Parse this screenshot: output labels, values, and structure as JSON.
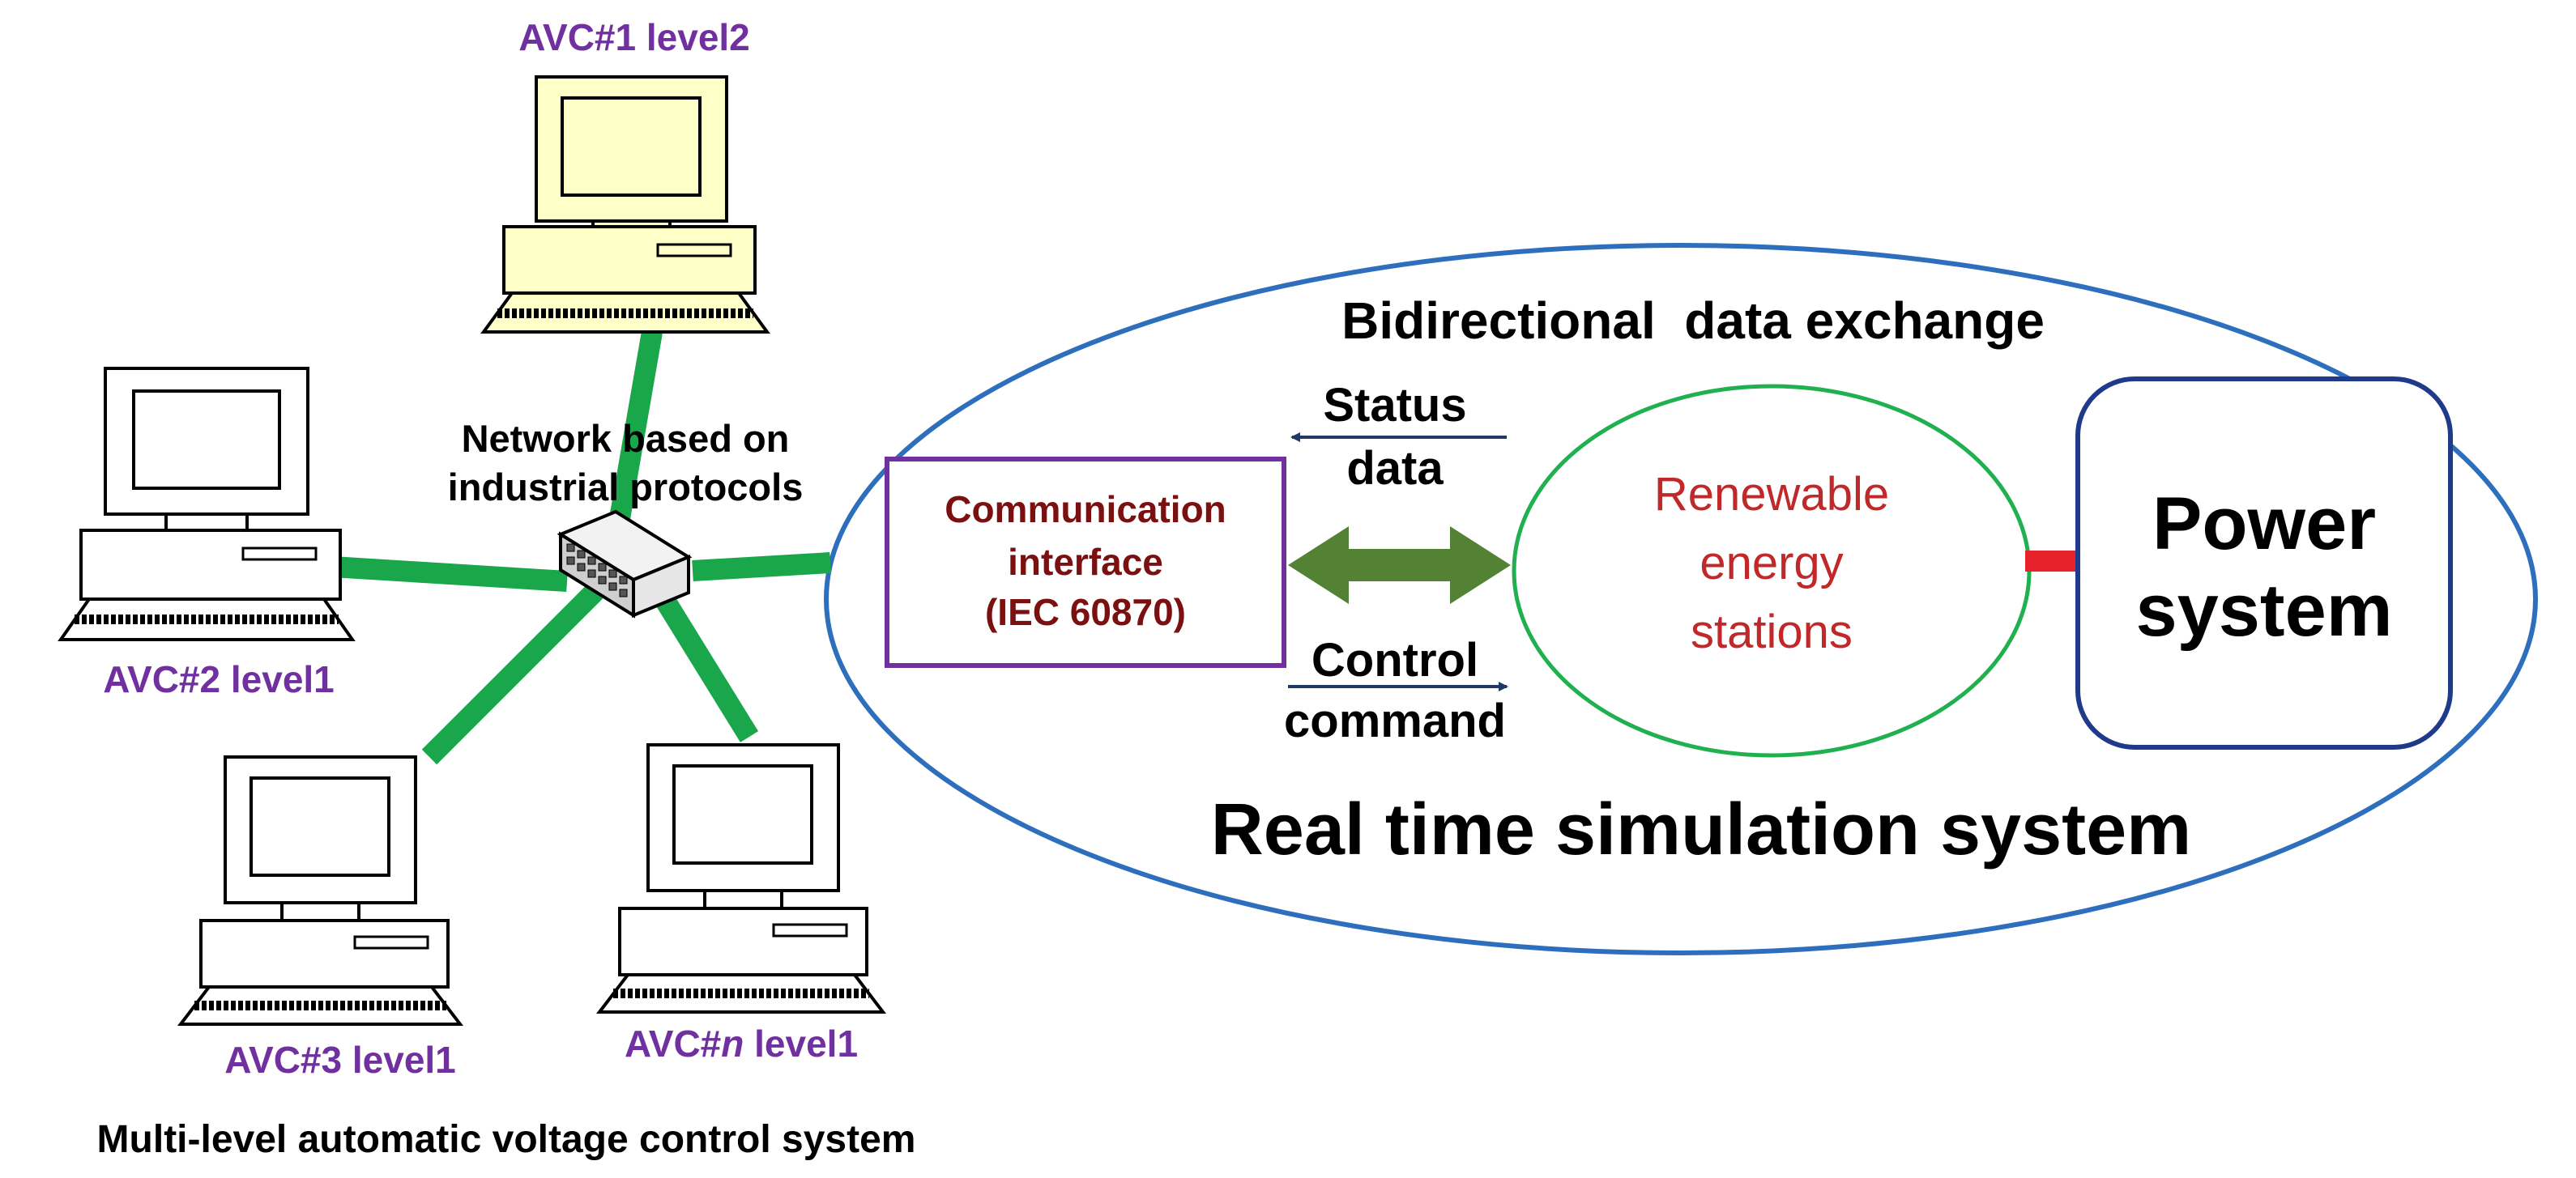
{
  "colors": {
    "network_link": "#1aa64a",
    "avc_label": "#7030a0",
    "comm_border": "#7030a0",
    "comm_text": "#7b1010",
    "renewable_border": "#20b050",
    "renewable_text": "#c0282a",
    "power_border": "#1f3a8a",
    "outer_ellipse": "#2e6fbd",
    "bidir_arrow": "#548235",
    "power_link": "#e8222a",
    "arrow_navy": "#1f3864",
    "monitor_yellow": "#ffffc8",
    "text_black": "#000000"
  },
  "icons": {
    "computer": "desktop-computer-icon",
    "switch": "network-switch-icon"
  },
  "control_system": {
    "computers": [
      {
        "id": "avc1",
        "label_prefix": "AVC#",
        "label_num": "1",
        "label_suffix": " level2",
        "screen_fill": "yellow"
      },
      {
        "id": "avc2",
        "label_prefix": "AVC#",
        "label_num": "2",
        "label_suffix": " level1",
        "screen_fill": "white"
      },
      {
        "id": "avc3",
        "label_prefix": "AVC#",
        "label_num": "3",
        "label_suffix": " level1",
        "screen_fill": "white"
      },
      {
        "id": "avcn",
        "label_prefix": "AVC#",
        "label_num": "n",
        "label_suffix": " level1",
        "screen_fill": "white"
      }
    ],
    "network_label": [
      "Network based on",
      "industrial protocols"
    ],
    "caption": "Multi-level automatic voltage control system"
  },
  "simulation": {
    "title": "Real time simulation system",
    "exchange_title": "Bidirectional  data exchange",
    "comm_interface": [
      "Communication",
      "interface",
      "(IEC 60870)"
    ],
    "status_data": [
      "Status",
      "data"
    ],
    "control_command": [
      "Control",
      "command"
    ],
    "renewable": [
      "Renewable",
      "energy",
      "stations"
    ],
    "power_system": [
      "Power",
      "system"
    ]
  }
}
